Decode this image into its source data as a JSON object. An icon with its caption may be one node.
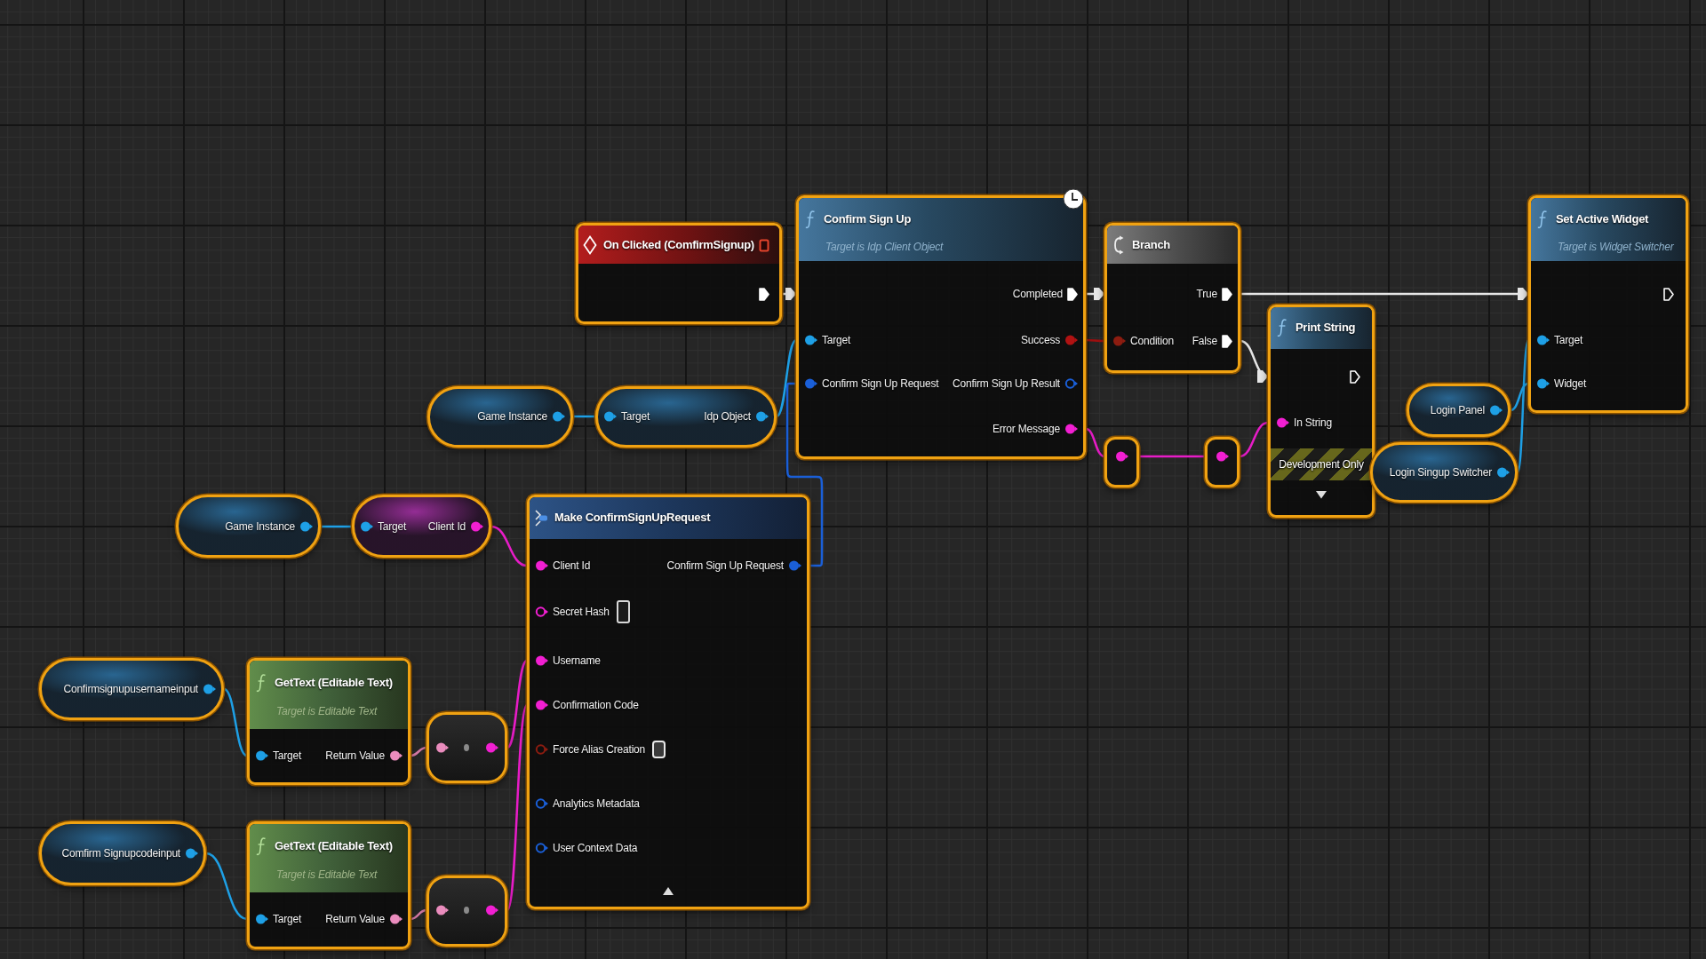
{
  "diagram": {
    "nodes": [
      {
        "text": [
          "On Clicked (ComfirmSignup)"
        ]
      },
      {
        "text": [
          "Confirm Sign Up",
          "Target is Idp Client Object",
          "Completed",
          "Target",
          "Success",
          "Confirm Sign Up Request",
          "Confirm Sign Up Result",
          "Error Message"
        ]
      },
      {
        "text": [
          "Branch",
          "True",
          "Condition",
          "False"
        ]
      },
      {
        "text": [
          "Print String",
          "In String",
          "Development Only"
        ]
      },
      {
        "text": [
          "Set Active Widget",
          "Target is Widget Switcher",
          "Target",
          "Widget"
        ]
      },
      {
        "text": [
          "Game Instance"
        ]
      },
      {
        "text": [
          "Target",
          "Idp Object"
        ]
      },
      {
        "text": [],
        "shape": "box"
      },
      {
        "text": [],
        "shape": "box"
      },
      {
        "text": [
          "Login Panel"
        ]
      },
      {
        "text": [
          "Login Singup Switcher"
        ]
      },
      {
        "text": [
          "Game Instance"
        ]
      },
      {
        "text": [
          "Target",
          "Client Id"
        ]
      },
      {
        "text": [
          "Make ConfirmSignUpRequest",
          "Client Id",
          "Confirm Sign Up Request",
          "Secret Hash",
          "Username",
          "Confirmation Code",
          "Force Alias Creation",
          "Analytics Metadata",
          "User Context Data"
        ]
      },
      {
        "text": [
          "Confirmsignupusernameinput"
        ]
      },
      {
        "text": [
          "GetText (Editable Text)",
          "Target is Editable Text",
          "Target",
          "Return Value"
        ]
      },
      {
        "text": [],
        "shape": "box"
      },
      {
        "text": [
          "Comfirm Signupcodeinput"
        ]
      },
      {
        "text": [
          "GetText (Editable Text)",
          "Target is Editable Text",
          "Target",
          "Return Value"
        ]
      },
      {
        "text": [],
        "shape": "box"
      }
    ],
    "edges": [
      {
        "from": 0,
        "to": 1,
        "arrow": "to",
        "color": "#e6e6e6"
      },
      {
        "from": 1,
        "to": 2,
        "arrow": "to",
        "color": "#e6e6e6"
      },
      {
        "from": 1,
        "to": 2,
        "arrow": "none",
        "color": "#a01010"
      },
      {
        "from": 2,
        "to": 4,
        "arrow": "to",
        "color": "#e6e6e6"
      },
      {
        "from": 2,
        "to": 3,
        "arrow": "to",
        "color": "#e6e6e6"
      },
      {
        "from": 1,
        "to": 7,
        "arrow": "none",
        "color": "#e81cc8"
      },
      {
        "from": 7,
        "to": 8,
        "arrow": "none",
        "color": "#e81cc8"
      },
      {
        "from": 8,
        "to": 3,
        "arrow": "none",
        "color": "#e81cc8"
      },
      {
        "from": 5,
        "to": 6,
        "arrow": "none"
      },
      {
        "from": 6,
        "to": 1,
        "arrow": "none"
      },
      {
        "from": 13,
        "to": 1,
        "arrow": "none",
        "color": "#1a5fd8"
      },
      {
        "from": 9,
        "to": 4,
        "arrow": "none"
      },
      {
        "from": 10,
        "to": 4,
        "arrow": "none"
      },
      {
        "from": 11,
        "to": 12,
        "arrow": "none"
      },
      {
        "from": 12,
        "to": 13,
        "arrow": "none",
        "color": "#e81cc8"
      },
      {
        "from": 14,
        "to": 15,
        "arrow": "none"
      },
      {
        "from": 15,
        "to": 16,
        "arrow": "none",
        "color": "#d87aa8"
      },
      {
        "from": 16,
        "to": 13,
        "arrow": "none",
        "color": "#e81cc8"
      },
      {
        "from": 17,
        "to": 18,
        "arrow": "none"
      },
      {
        "from": 18,
        "to": 19,
        "arrow": "none",
        "color": "#d87aa8"
      },
      {
        "from": 19,
        "to": 13,
        "arrow": "none",
        "color": "#e81cc8"
      }
    ]
  }
}
